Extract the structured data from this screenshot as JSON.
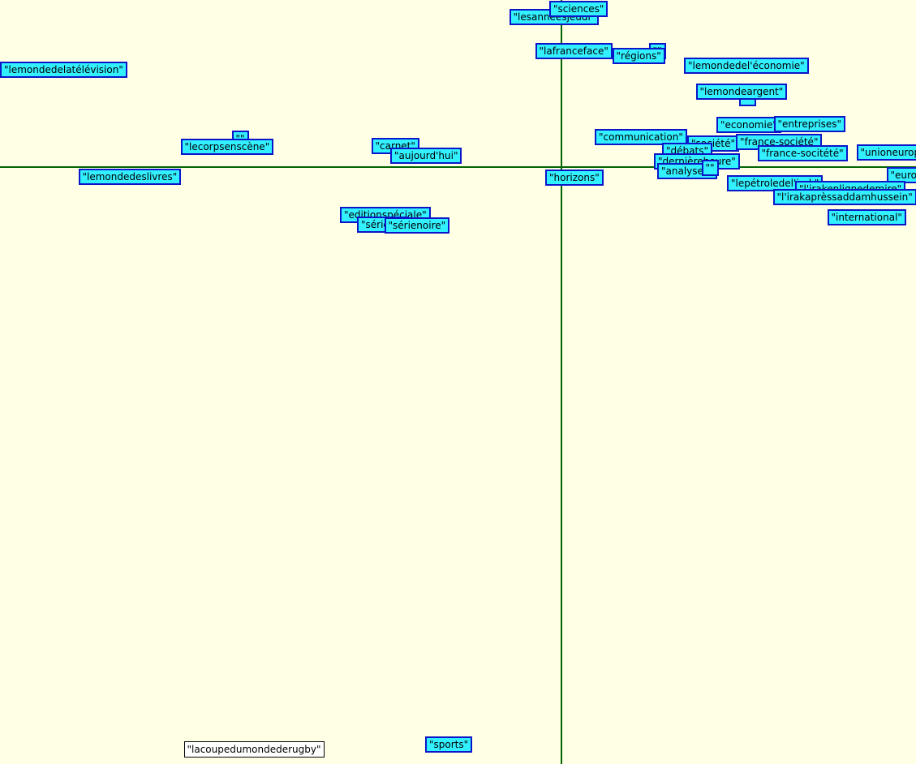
{
  "chart_data": {
    "type": "scatter",
    "title": "",
    "xlabel": "",
    "ylabel": "",
    "xlim": [
      -692,
      437
    ],
    "ylim": [
      -736,
      206
    ],
    "grid": false,
    "legend": "none",
    "colors": {
      "background": "#ffffe6",
      "label_fill": "#33f0ff",
      "label_border": "#0b16c8",
      "axis": "#006400"
    },
    "points": [
      {
        "label": "\"lesannéesjeudi\"",
        "x": -9,
        "y": 185,
        "style": "box"
      },
      {
        "label": "\"sciences\"",
        "x": 21,
        "y": 195,
        "style": "box"
      },
      {
        "label": "\"lafranceface\"",
        "x": 15,
        "y": 143,
        "style": "box"
      },
      {
        "label": "\"\"",
        "x": 118,
        "y": 143,
        "style": "box"
      },
      {
        "label": "\"régions\"",
        "x": 95,
        "y": 137,
        "style": "box"
      },
      {
        "label": "\"lemondedelatélévision\"",
        "x": -615,
        "y": 120,
        "style": "box"
      },
      {
        "label": "\"lemondedel'économie\"",
        "x": 228,
        "y": 125,
        "style": "box"
      },
      {
        "label": "\"\"",
        "x": 229,
        "y": 85,
        "style": "box"
      },
      {
        "label": "\"lemondeargent\"",
        "x": 222,
        "y": 93,
        "style": "box"
      },
      {
        "label": "\"economie\"",
        "x": 231,
        "y": 52,
        "style": "box"
      },
      {
        "label": "\"entreprises\"",
        "x": 306,
        "y": 53,
        "style": "box"
      },
      {
        "label": "\"communication\"",
        "x": 98,
        "y": 37,
        "style": "box"
      },
      {
        "label": "\"société\"",
        "x": 187,
        "y": 29,
        "style": "box"
      },
      {
        "label": "\"france-société\"",
        "x": 268,
        "y": 31,
        "style": "box"
      },
      {
        "label": "\"france-socitété\"",
        "x": 297,
        "y": 17,
        "style": "box"
      },
      {
        "label": "\"unioneuropéenne\"",
        "x": 427,
        "y": 18,
        "style": "box"
      },
      {
        "label": "\"\"",
        "x": -396,
        "y": 35,
        "style": "box"
      },
      {
        "label": "\"lecorpsenscène\"",
        "x": -412,
        "y": 25,
        "style": "box"
      },
      {
        "label": "\"carnet\"",
        "x": -205,
        "y": 26,
        "style": "box"
      },
      {
        "label": "\"aujourd'hui\"",
        "x": -167,
        "y": 14,
        "style": "box"
      },
      {
        "label": "\"débats\"",
        "x": 155,
        "y": 20,
        "style": "box"
      },
      {
        "label": "\"dernièreheure\"",
        "x": 167,
        "y": 7,
        "style": "box"
      },
      {
        "label": "\"analyses\"",
        "x": 155,
        "y": -5,
        "style": "box"
      },
      {
        "label": "\"\"",
        "x": 183,
        "y": -1,
        "style": "box"
      },
      {
        "label": "\"lemondedeslivres\"",
        "x": -532,
        "y": -12,
        "style": "box"
      },
      {
        "label": "\"horizons\"",
        "x": 16,
        "y": -13,
        "style": "box"
      },
      {
        "label": "\"europe\"",
        "x": 432,
        "y": -10,
        "style": "box"
      },
      {
        "label": "\"lepétroledel'irak\"",
        "x": 263,
        "y": -20,
        "style": "box"
      },
      {
        "label": "\"\"",
        "x": 334,
        "y": -27,
        "style": "box"
      },
      {
        "label": "\"l'irakenlignedemire\"",
        "x": 356,
        "y": -27,
        "style": "box"
      },
      {
        "label": "\"l'irakaprèssaddamhussein\"",
        "x": 349,
        "y": -37,
        "style": "box"
      },
      {
        "label": "\"international\"",
        "x": 376,
        "y": -62,
        "style": "box"
      },
      {
        "label": "\"editionspéciale\"",
        "x": -217,
        "y": -59,
        "style": "box"
      },
      {
        "label": "\"sériesp\"",
        "x": -220,
        "y": -71,
        "style": "box"
      },
      {
        "label": "\"sérienoire\"",
        "x": -178,
        "y": -72,
        "style": "box"
      },
      {
        "label": "\"sports\"",
        "x": -139,
        "y": -712,
        "style": "box"
      },
      {
        "label": "\"lacoupedumondederugby\"",
        "x": -379,
        "y": -718,
        "style": "plain"
      }
    ]
  }
}
